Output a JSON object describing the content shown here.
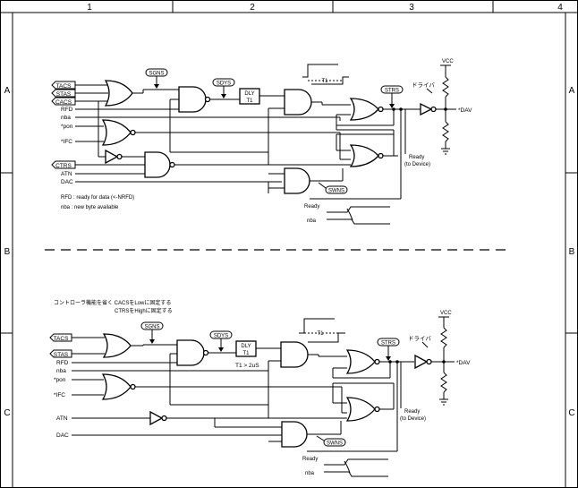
{
  "frame": {
    "columns": [
      "1",
      "2",
      "3",
      "4"
    ],
    "rows": [
      "A",
      "B",
      "C"
    ]
  },
  "top": {
    "signals_in": [
      "TACS",
      "STAS",
      "CACS",
      "RFD",
      "nba",
      "*pon",
      "*IFC",
      "CTRS",
      "ATN",
      "DAC"
    ],
    "signal_tags": [
      "SGNS",
      "SDYS",
      "STRS",
      "SWNS"
    ],
    "dly_label": "DLY",
    "t1_label": "T1",
    "timing_t1": "T1",
    "driver_label": "ドライバ",
    "vcc_label": "VCC",
    "output_label": "*DAV",
    "ready_label": "Ready",
    "ready_sub": "(to Device)",
    "notes": [
      "RFD : ready for data (<-NRFD)",
      "nba : new byte available"
    ],
    "timing_labels": [
      "Ready",
      "nba"
    ]
  },
  "bottom": {
    "note_line1": "コントローラ機能を省く  CACSをLowに固定する",
    "note_line2": "CTRSをHighに固定する",
    "signals_in": [
      "TACS",
      "STAS",
      "RFD",
      "nba",
      "*pon",
      "*IFC",
      "ATN",
      "DAC"
    ],
    "signal_tags": [
      "SGNS",
      "SDYS",
      "STRS",
      "SWNS"
    ],
    "dly_label": "DLY",
    "t1_label": "T1",
    "t1_constraint": "T1 > 2uS",
    "timing_t1": "T1",
    "driver_label": "ドライバ",
    "vcc_label": "VCC",
    "output_label": "*DAV",
    "ready_label": "Ready",
    "ready_sub": "(to Device)",
    "timing_labels": [
      "Ready",
      "nba"
    ]
  }
}
